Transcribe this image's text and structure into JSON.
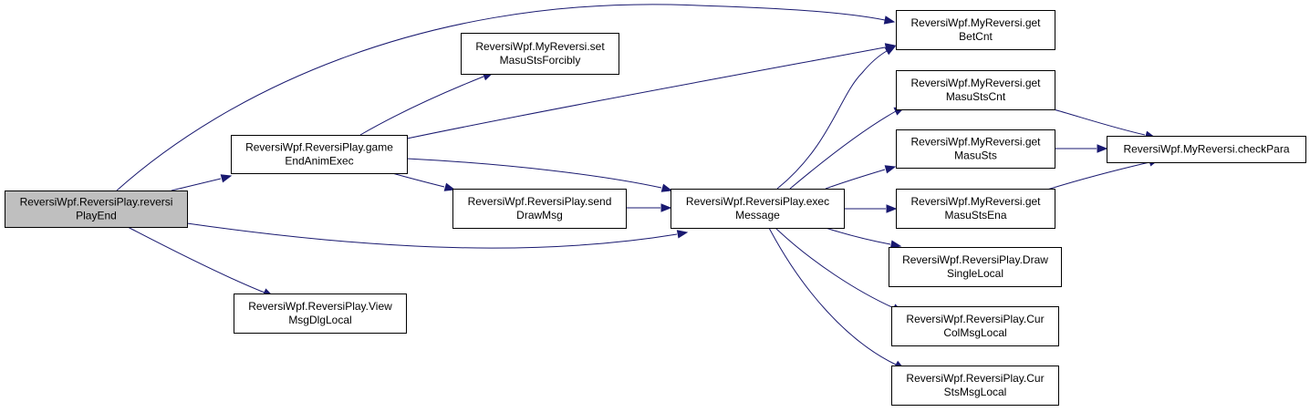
{
  "colors": {
    "edge": "#191970",
    "node_border": "#000000",
    "node_fill": "#ffffff",
    "focus_fill": "#bfbfbf"
  },
  "nodes": [
    {
      "id": "reversiPlayEnd",
      "lines": [
        "ReversiWpf.ReversiPlay.reversi",
        "PlayEnd"
      ],
      "focus": true
    },
    {
      "id": "gameEndAnimExec",
      "lines": [
        "ReversiWpf.ReversiPlay.game",
        "EndAnimExec"
      ]
    },
    {
      "id": "viewMsgDlgLocal",
      "lines": [
        "ReversiWpf.ReversiPlay.View",
        "MsgDlgLocal"
      ]
    },
    {
      "id": "setMasuStsForcibly",
      "lines": [
        "ReversiWpf.MyReversi.set",
        "MasuStsForcibly"
      ]
    },
    {
      "id": "sendDrawMsg",
      "lines": [
        "ReversiWpf.ReversiPlay.send",
        "DrawMsg"
      ]
    },
    {
      "id": "execMessage",
      "lines": [
        "ReversiWpf.ReversiPlay.exec",
        "Message"
      ]
    },
    {
      "id": "getBetCnt",
      "lines": [
        "ReversiWpf.MyReversi.get",
        "BetCnt"
      ]
    },
    {
      "id": "getMasuStsCnt",
      "lines": [
        "ReversiWpf.MyReversi.get",
        "MasuStsCnt"
      ]
    },
    {
      "id": "getMasuSts",
      "lines": [
        "ReversiWpf.MyReversi.get",
        "MasuSts"
      ]
    },
    {
      "id": "getMasuStsEna",
      "lines": [
        "ReversiWpf.MyReversi.get",
        "MasuStsEna"
      ]
    },
    {
      "id": "drawSingleLocal",
      "lines": [
        "ReversiWpf.ReversiPlay.Draw",
        "SingleLocal"
      ]
    },
    {
      "id": "curColMsgLocal",
      "lines": [
        "ReversiWpf.ReversiPlay.Cur",
        "ColMsgLocal"
      ]
    },
    {
      "id": "curStsMsgLocal",
      "lines": [
        "ReversiWpf.ReversiPlay.Cur",
        "StsMsgLocal"
      ]
    },
    {
      "id": "checkPara",
      "lines": [
        "ReversiWpf.MyReversi.checkPara"
      ]
    }
  ],
  "edges": [
    {
      "from": "reversiPlayEnd",
      "to": "getBetCnt"
    },
    {
      "from": "reversiPlayEnd",
      "to": "gameEndAnimExec"
    },
    {
      "from": "reversiPlayEnd",
      "to": "execMessage"
    },
    {
      "from": "reversiPlayEnd",
      "to": "viewMsgDlgLocal"
    },
    {
      "from": "gameEndAnimExec",
      "to": "setMasuStsForcibly"
    },
    {
      "from": "gameEndAnimExec",
      "to": "getBetCnt"
    },
    {
      "from": "gameEndAnimExec",
      "to": "execMessage"
    },
    {
      "from": "gameEndAnimExec",
      "to": "sendDrawMsg"
    },
    {
      "from": "sendDrawMsg",
      "to": "execMessage"
    },
    {
      "from": "execMessage",
      "to": "getBetCnt"
    },
    {
      "from": "execMessage",
      "to": "getMasuStsCnt"
    },
    {
      "from": "execMessage",
      "to": "getMasuSts"
    },
    {
      "from": "execMessage",
      "to": "getMasuStsEna"
    },
    {
      "from": "execMessage",
      "to": "drawSingleLocal"
    },
    {
      "from": "execMessage",
      "to": "curColMsgLocal"
    },
    {
      "from": "execMessage",
      "to": "curStsMsgLocal"
    },
    {
      "from": "getMasuStsCnt",
      "to": "checkPara"
    },
    {
      "from": "getMasuSts",
      "to": "checkPara"
    },
    {
      "from": "getMasuStsEna",
      "to": "checkPara"
    }
  ]
}
